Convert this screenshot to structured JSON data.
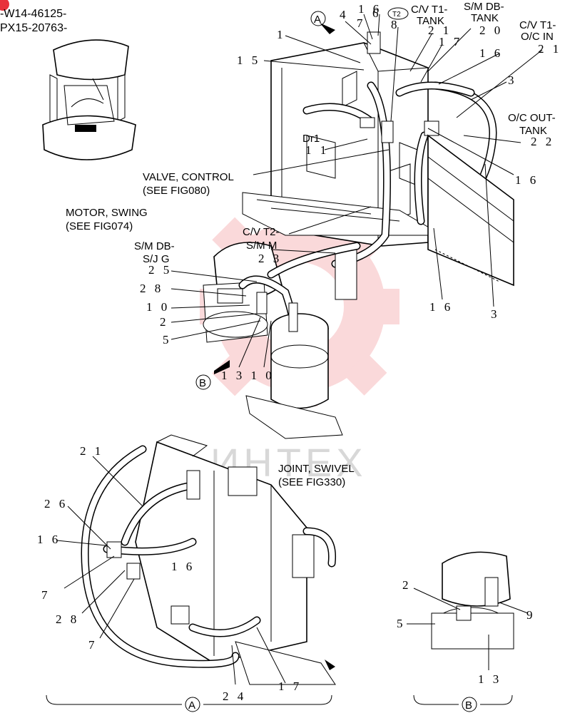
{
  "header": {
    "line1": "-W14-46125-",
    "line2": "PX15-20763-"
  },
  "watermark": {
    "text": "ИНТЕХ",
    "color": "#e8313a"
  },
  "labels": {
    "valve_control_1": "VALVE, CONTROL",
    "valve_control_2": "(SEE FIG080)",
    "motor_swing_1": "MOTOR, SWING",
    "motor_swing_2": "(SEE FIG074)",
    "joint_swivel_1": "JOINT, SWIVEL",
    "joint_swivel_2": "(SEE FIG330)",
    "cv_t1_tank_1": "C/V T1-",
    "cv_t1_tank_2": "TANK",
    "sm_db_tank_1": "S/M DB-",
    "sm_db_tank_2": "TANK",
    "cv_t1_oc_1": "C/V T1-",
    "cv_t1_oc_2": "O/C IN",
    "oc_out_1": "O/C OUT-",
    "oc_out_2": "TANK",
    "dr1": "Dr1",
    "cv_t2_1": "C/V T2-",
    "cv_t2_2": "S/M M",
    "sm_db_sjg_1": "S/M DB-",
    "sm_db_sjg_2": "S/J G",
    "t2_tag": "T2"
  },
  "views": {
    "a": "A",
    "b": "B"
  },
  "numbers": {
    "n4": "4",
    "n7": "7",
    "n16a": "1 6",
    "n6": "6",
    "n8": "8",
    "n1": "1",
    "n15": "1 5",
    "n21a": "2 1",
    "n17a": "1 7",
    "n20": "2 0",
    "n16b": "1 6",
    "n21b": "2 1",
    "n3a": "3",
    "n22": "2 2",
    "n11": "1 1",
    "n16c": "1 6",
    "n23": "2 3",
    "n25": "2 5",
    "n28a": "2 8",
    "n10a": "1 0",
    "n2a": "2",
    "n5a": "5",
    "n1310": "1 3 1 0",
    "n16d": "1 6",
    "n3b": "3",
    "n21c": "2 1",
    "n26": "2 6",
    "n16e": "1 6",
    "n16f": "1 6",
    "n7b": "7",
    "n28b": "2 8",
    "n7c": "7",
    "n24": "2 4",
    "n17b": "1 7",
    "n2b": "2",
    "n5b": "5",
    "n9": "9",
    "n13": "1 3"
  }
}
